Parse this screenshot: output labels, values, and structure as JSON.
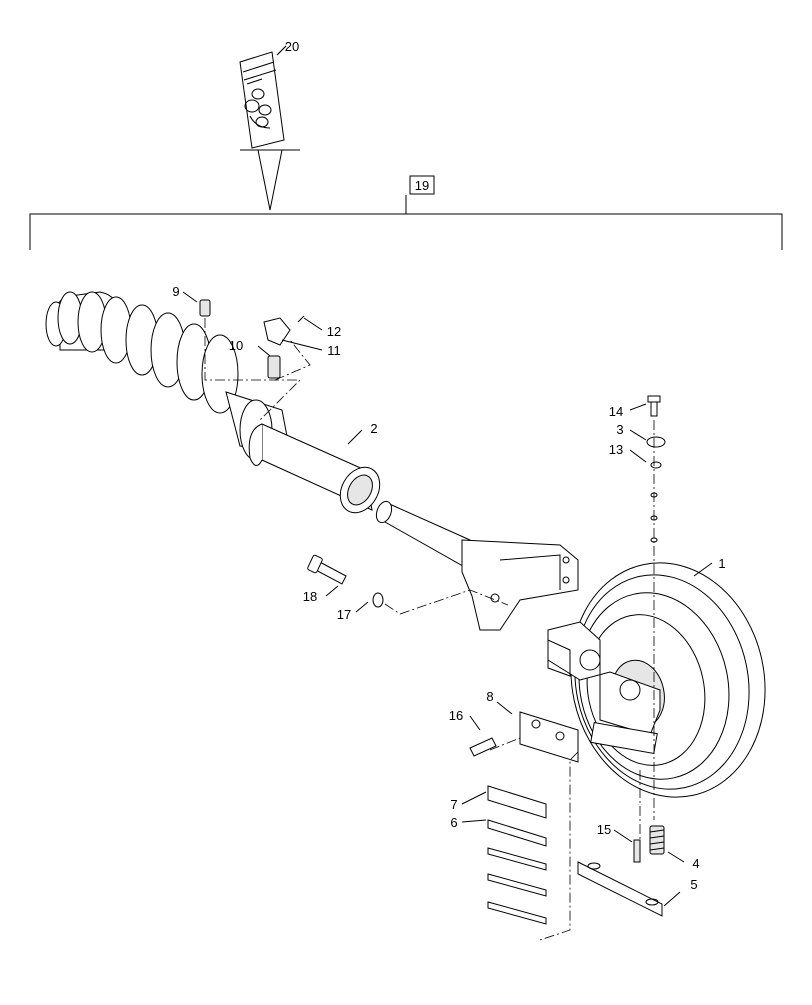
{
  "assembly_label": "19",
  "callouts": [
    {
      "id": "part-20",
      "label": "20"
    },
    {
      "id": "part-9",
      "label": "9"
    },
    {
      "id": "part-12",
      "label": "12"
    },
    {
      "id": "part-10",
      "label": "10"
    },
    {
      "id": "part-11",
      "label": "11"
    },
    {
      "id": "part-2",
      "label": "2"
    },
    {
      "id": "part-14",
      "label": "14"
    },
    {
      "id": "part-3",
      "label": "3"
    },
    {
      "id": "part-13",
      "label": "13"
    },
    {
      "id": "part-1",
      "label": "1"
    },
    {
      "id": "part-18",
      "label": "18"
    },
    {
      "id": "part-17",
      "label": "17"
    },
    {
      "id": "part-8",
      "label": "8"
    },
    {
      "id": "part-16",
      "label": "16"
    },
    {
      "id": "part-7",
      "label": "7"
    },
    {
      "id": "part-6",
      "label": "6"
    },
    {
      "id": "part-15",
      "label": "15"
    },
    {
      "id": "part-4",
      "label": "4"
    },
    {
      "id": "part-5",
      "label": "5"
    }
  ]
}
